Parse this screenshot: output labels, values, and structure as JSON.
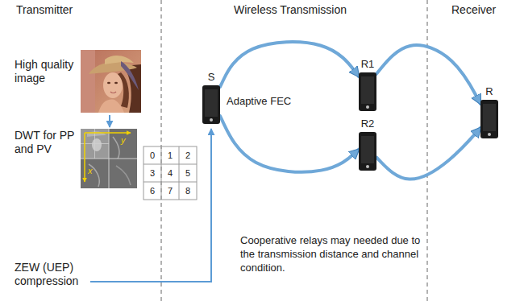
{
  "diagram": {
    "nodes": [
      {
        "text": [
          "S"
        ]
      },
      {
        "text": [
          "R1"
        ]
      },
      {
        "text": [
          "R2"
        ]
      },
      {
        "text": [
          "R"
        ]
      }
    ],
    "edges": [
      {
        "from": 0,
        "to": 1,
        "arrow": "to"
      },
      {
        "from": 0,
        "to": 2,
        "arrow": "to"
      },
      {
        "from": 1,
        "to": 3,
        "arrow": "to"
      },
      {
        "from": 2,
        "to": 3,
        "arrow": "to"
      }
    ],
    "labels": [
      "Transmitter",
      "Wireless Transmission",
      "Receiver",
      "High quality image",
      "DWT for PP and PV",
      "0",
      "1",
      "2",
      "3",
      "4",
      "5",
      "6",
      "7",
      "8",
      "y",
      "x",
      "ZEW (UEP) compression",
      "Adaptive FEC",
      "Cooperative relays may needed due to the transmission distance and channel condition."
    ]
  }
}
